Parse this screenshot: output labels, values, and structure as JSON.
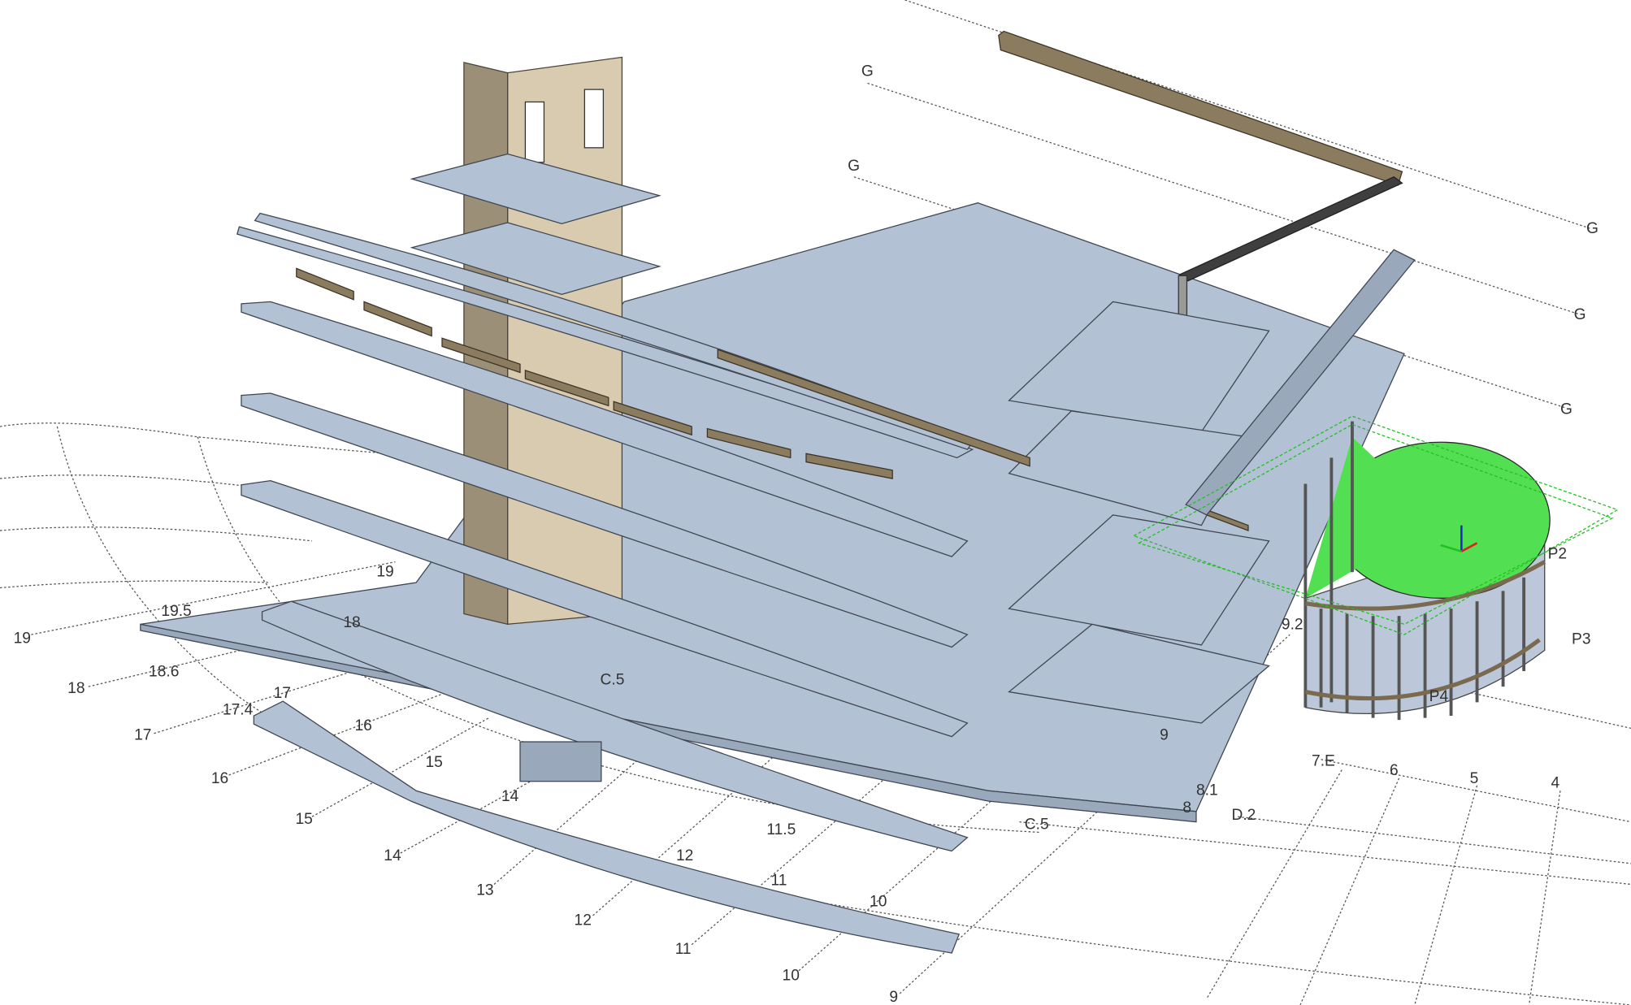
{
  "view": {
    "type": "3D model viewport",
    "selection_color": "#52e052",
    "slab_color": "#b3c1d4",
    "wall_color": "#d8cbb0",
    "beam_color": "#8b7b5f"
  },
  "grid_labels": {
    "g1": "G",
    "g2": "G",
    "g3": "G",
    "g4": "G",
    "g5": "G",
    "n19a": "19",
    "n19_5": "19.5",
    "n18a": "18",
    "n18_6": "18.6",
    "n17a": "17",
    "n17_4": "17.4",
    "n17b": "17",
    "n16a": "16",
    "n16b": "16",
    "n15a": "15",
    "n15b": "15",
    "n14a": "14",
    "n14b": "14",
    "n13": "13",
    "n12a": "12",
    "n12b": "12",
    "n11a": "11",
    "n11b": "11",
    "n10a": "10",
    "n10b": "10",
    "n9a": "9",
    "n9b": "9",
    "n11_5": "11.5",
    "c5a": "C.5",
    "c5b": "C.5",
    "n8_1": "8.1",
    "n8": "8",
    "d2": "D.2",
    "n7e": "7.E",
    "n6": "6",
    "n5": "5",
    "n4": "4",
    "n9_2": "9.2",
    "p2": "P2",
    "p3": "P3",
    "p4": "P4",
    "n19b": "19",
    "n18b": "18"
  }
}
